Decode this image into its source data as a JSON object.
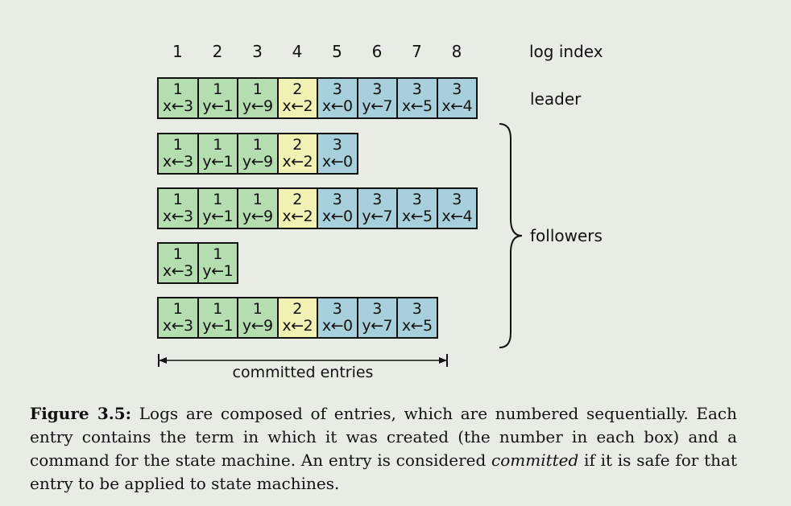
{
  "diagram": {
    "index_header": [
      "1",
      "2",
      "3",
      "4",
      "5",
      "6",
      "7",
      "8"
    ],
    "index_label": "log index",
    "leader_label": "leader",
    "followers_label": "followers",
    "committed_label": "committed entries",
    "colors": {
      "term1": "#b5deb0",
      "term2": "#f0f1b3",
      "term3": "#a8d0dc"
    },
    "logs": [
      {
        "role": "leader",
        "entries": [
          {
            "term": "1",
            "cmd": "x←3"
          },
          {
            "term": "1",
            "cmd": "y←1"
          },
          {
            "term": "1",
            "cmd": "y←9"
          },
          {
            "term": "2",
            "cmd": "x←2"
          },
          {
            "term": "3",
            "cmd": "x←0"
          },
          {
            "term": "3",
            "cmd": "y←7"
          },
          {
            "term": "3",
            "cmd": "x←5"
          },
          {
            "term": "3",
            "cmd": "x←4"
          }
        ]
      },
      {
        "role": "follower",
        "entries": [
          {
            "term": "1",
            "cmd": "x←3"
          },
          {
            "term": "1",
            "cmd": "y←1"
          },
          {
            "term": "1",
            "cmd": "y←9"
          },
          {
            "term": "2",
            "cmd": "x←2"
          },
          {
            "term": "3",
            "cmd": "x←0"
          }
        ]
      },
      {
        "role": "follower",
        "entries": [
          {
            "term": "1",
            "cmd": "x←3"
          },
          {
            "term": "1",
            "cmd": "y←1"
          },
          {
            "term": "1",
            "cmd": "y←9"
          },
          {
            "term": "2",
            "cmd": "x←2"
          },
          {
            "term": "3",
            "cmd": "x←0"
          },
          {
            "term": "3",
            "cmd": "y←7"
          },
          {
            "term": "3",
            "cmd": "x←5"
          },
          {
            "term": "3",
            "cmd": "x←4"
          }
        ]
      },
      {
        "role": "follower",
        "entries": [
          {
            "term": "1",
            "cmd": "x←3"
          },
          {
            "term": "1",
            "cmd": "y←1"
          }
        ]
      },
      {
        "role": "follower",
        "entries": [
          {
            "term": "1",
            "cmd": "x←3"
          },
          {
            "term": "1",
            "cmd": "y←1"
          },
          {
            "term": "1",
            "cmd": "y←9"
          },
          {
            "term": "2",
            "cmd": "x←2"
          },
          {
            "term": "3",
            "cmd": "x←0"
          },
          {
            "term": "3",
            "cmd": "y←7"
          },
          {
            "term": "3",
            "cmd": "x←5"
          }
        ]
      }
    ]
  },
  "caption": {
    "figure_label": "Figure 3.5:",
    "text_before": " Logs are composed of entries, which are numbered sequentially. Each entry contains the term in which it was created (the number in each box) and a command for the state machine. An entry is considered ",
    "emphasis": "committed",
    "text_after": " if it is safe for that entry to be applied to state machines."
  }
}
